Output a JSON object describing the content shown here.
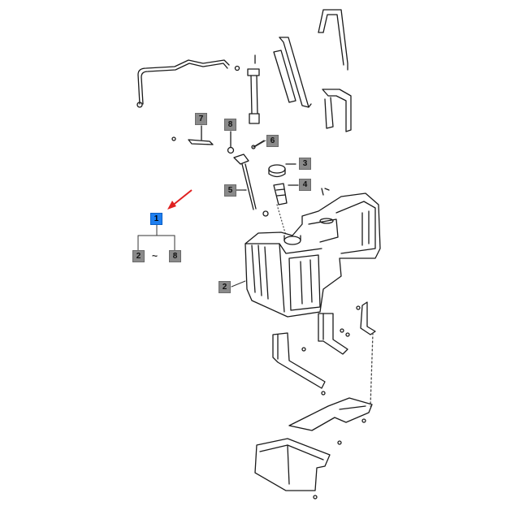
{
  "diagram": {
    "selected_part": "1",
    "range_separator": "~",
    "range_start": "2",
    "range_end": "8",
    "callouts": {
      "c2_tank": "2",
      "c3": "3",
      "c4": "4",
      "c5": "5",
      "c6": "6",
      "c7": "7",
      "c8": "8"
    },
    "colors": {
      "highlight": "#1e7ff0",
      "callout": "#8a8a8a",
      "arrow": "#e02020",
      "line": "#1a1a1a"
    }
  }
}
